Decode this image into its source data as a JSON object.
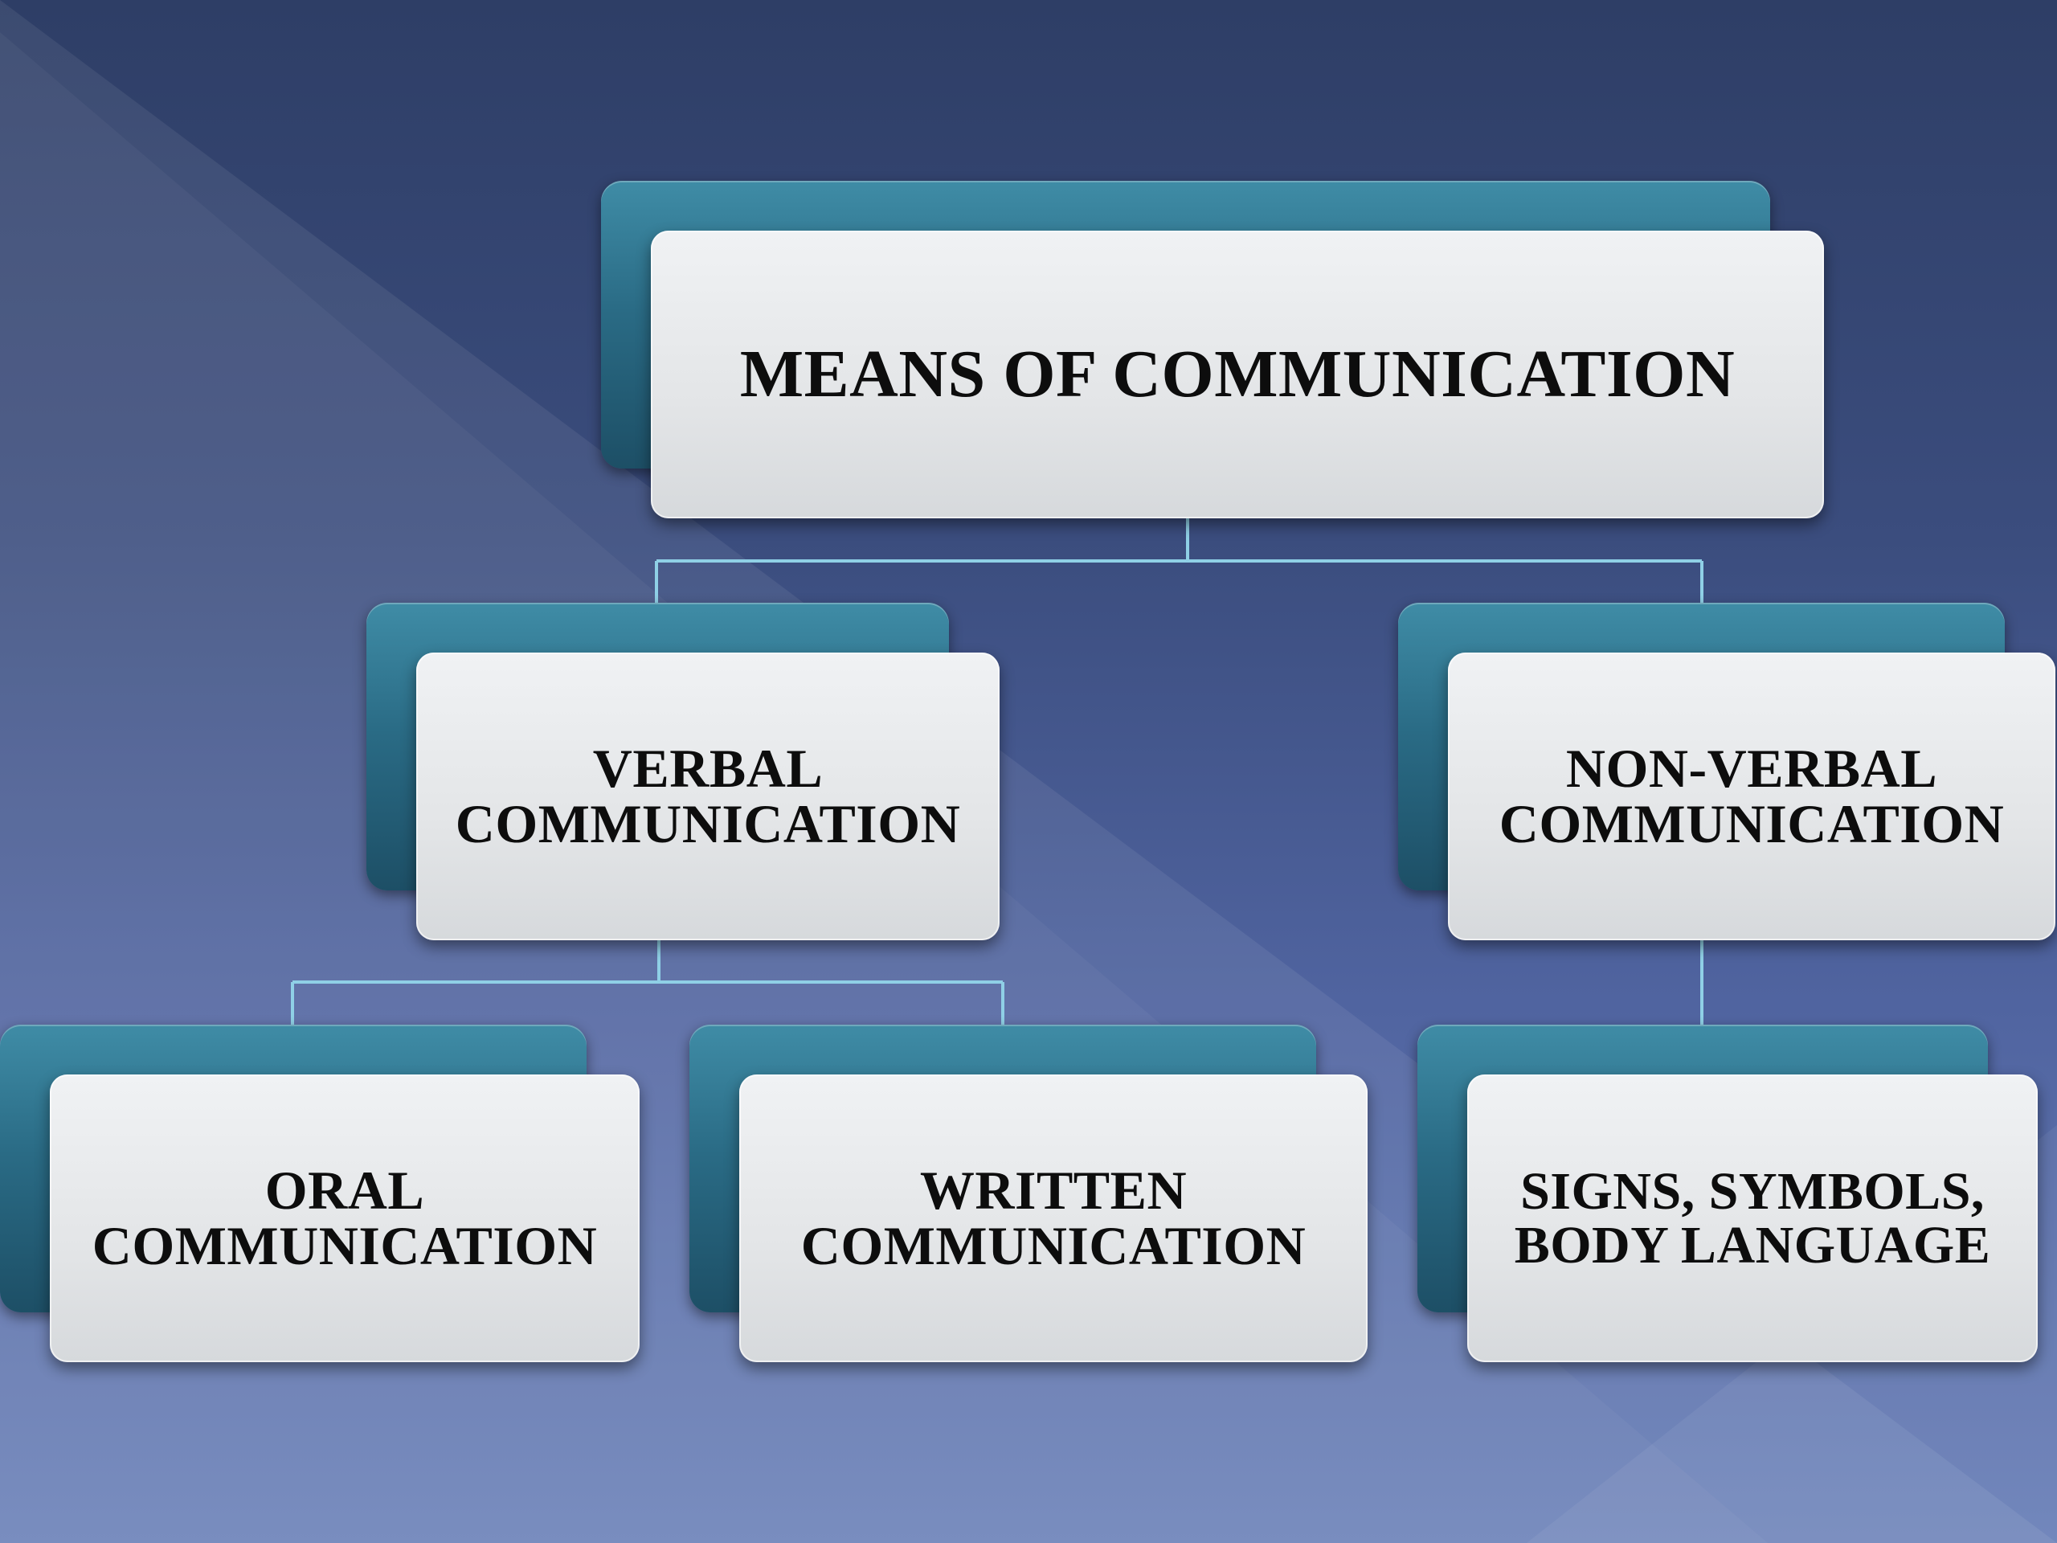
{
  "diagram": {
    "root": {
      "label": "MEANS OF COMMUNICATION"
    },
    "verbal": {
      "line1": "VERBAL",
      "line2": "COMMUNICATION"
    },
    "nonverbal": {
      "line1": "NON-VERBAL",
      "line2": "COMMUNICATION"
    },
    "oral": {
      "line1": "ORAL",
      "line2": "COMMUNICATION"
    },
    "written": {
      "line1": "WRITTEN",
      "line2": "COMMUNICATION"
    },
    "signs": {
      "line1": "SIGNS, SYMBOLS,",
      "line2": "BODY LANGUAGE"
    }
  },
  "colors": {
    "connector": "#8fd0e6",
    "box_back": "#2a6b85",
    "box_front": "#e3e5e7",
    "text": "#0d0d0d"
  }
}
